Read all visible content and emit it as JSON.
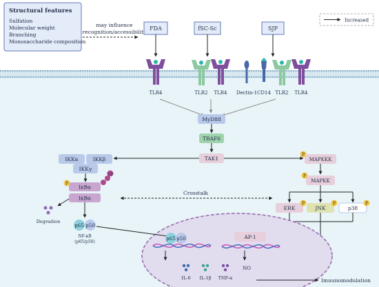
{
  "structural_box": {
    "title": "Structural features",
    "items": [
      "Sulfation",
      "Molecular weight",
      "Branching",
      "Monosaccharide composition"
    ]
  },
  "influence_text": [
    "may influence",
    "recognition/accessibility"
  ],
  "ligands": {
    "fda": "FDA",
    "fsc": "fSC-Sc",
    "sjp": "SJP"
  },
  "legend": {
    "label": "Increased"
  },
  "receptors": {
    "tlr4_a": "TLR4",
    "tlr2_b": "TLR2",
    "tlr4_b": "TLR4",
    "dectin1": "Dectin-1",
    "cd14": "CD14",
    "tlr2_c": "TLR2",
    "tlr4_c": "TLR4"
  },
  "nodes": {
    "myd88": "MyD88",
    "traf6": "TRAF6",
    "tak1": "TAK1",
    "ikk_alpha": "IKKα",
    "ikk_beta": "IKKβ",
    "ikk_gamma": "IKKγ",
    "ikba_1": "IκBα",
    "ikba_2": "IκBα",
    "ub": "Ub",
    "degradation": "Degradion",
    "p65": "p65",
    "p50": "p50",
    "nfkb_line1": "NF-κB",
    "nfkb_line2": "(p65/p50)",
    "mapkkk": "MAPKKK",
    "mapkk": "MAPKK",
    "erk": "ERK",
    "jnk": "JNK",
    "p38": "p38",
    "phos": "P",
    "crosstalk": "Crosstalk",
    "nuc_p65": "p65",
    "nuc_p50": "p50",
    "ap1": "AP-1",
    "il6": "IL-6",
    "il1b": "IL-1β",
    "tnfa": "TNF-α",
    "no": "NO",
    "immuno": "Imuunomodulation"
  },
  "colors": {
    "box_fill": "#e4ecfa",
    "box_border": "#5f78b8",
    "cytoplasm": "#e8f4f8",
    "nucleus": "#e2dcef",
    "nucleus_border": "#9b6fb0",
    "kinase_blue": "#b9c9ea",
    "kinase_pink": "#e7cfdb",
    "traf_green": "#9fd3ae",
    "phospho": "#f3c640",
    "dna_pink": "#c75ab5",
    "dna_blue": "#4c6fc0"
  }
}
